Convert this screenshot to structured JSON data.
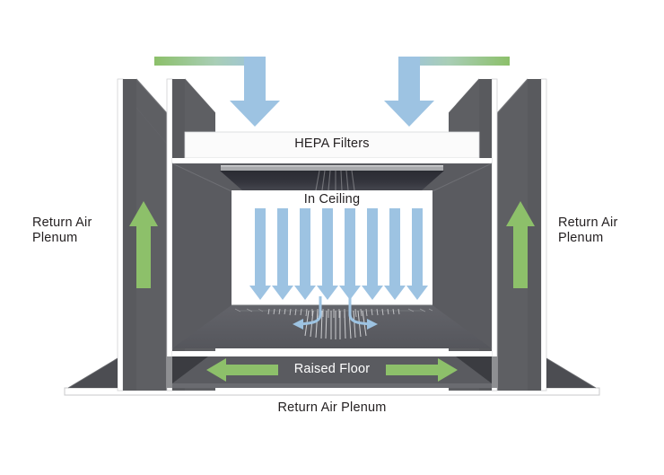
{
  "diagram": {
    "title_text_visible": false,
    "labels": {
      "hepa_filters": "HEPA Filters",
      "in_ceiling": "In Ceiling",
      "raised_floor": "Raised Floor",
      "return_air_plenum_left": "Return Air\nPlenum",
      "return_air_plenum_right": "Return Air\nPlenum",
      "return_air_plenum_bottom": "Return Air Plenum"
    },
    "colors": {
      "background": "#ffffff",
      "wall_dark": "#595a5e",
      "wall_darker": "#3b3c41",
      "wall_light_edge": "#6e6f73",
      "ceiling_plenum_dark": "#2b2c33",
      "green_arrow": "#8dc06a",
      "blue_arrow": "#9dc3e2",
      "supply_bar_green": "#8cc06a",
      "supply_bar_blue": "#9cc2e1",
      "text": "#231f20",
      "text_on_dark": "#ffffff"
    },
    "flows": {
      "supply_ducts": [
        {
          "name": "left-supply-duct",
          "direction": "down"
        },
        {
          "name": "right-supply-duct",
          "direction": "down"
        }
      ],
      "return_arrows": [
        {
          "name": "left-return-arrow",
          "direction": "up"
        },
        {
          "name": "right-return-arrow",
          "direction": "up"
        }
      ],
      "ceiling_downflow_arrow_count": 8,
      "ceiling_downflow_direction": "down",
      "floor_arrows": [
        {
          "name": "floor-arrow-left",
          "direction": "left"
        },
        {
          "name": "floor-arrow-right",
          "direction": "right"
        }
      ]
    }
  }
}
